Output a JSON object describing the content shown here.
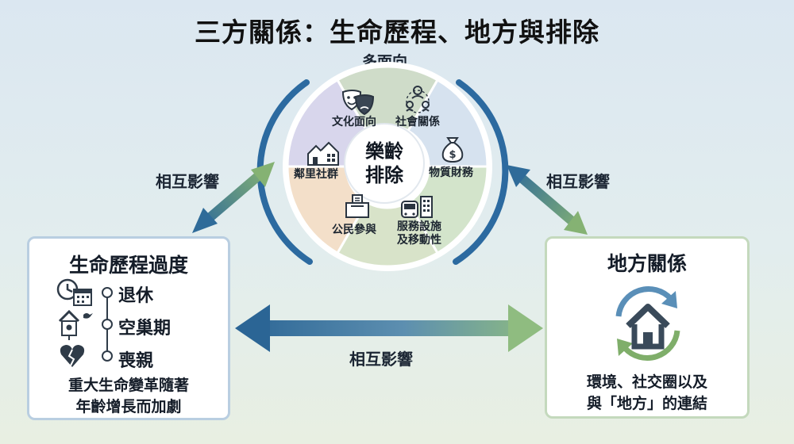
{
  "title": "三方關係：生命歷程、地方與排除",
  "top_label": "多面向",
  "center": {
    "line1": "樂齡",
    "line2": "排除"
  },
  "segments": [
    {
      "label": "文化面向",
      "icon": "theater-masks-icon",
      "color": "#cfdcc9"
    },
    {
      "label": "社會關係",
      "icon": "people-network-icon",
      "color": "#d6e2ef"
    },
    {
      "label": "物質財務",
      "icon": "money-bag-icon",
      "color": "#d3e4cb"
    },
    {
      "label": "服務設施\n及移動性",
      "icon": "bus-building-icon",
      "color": "#d8e3c9"
    },
    {
      "label": "公民參與",
      "icon": "ballot-box-icon",
      "color": "#f3dfc9"
    },
    {
      "label": "鄰里社群",
      "icon": "houses-icon",
      "color": "#d8d6ec"
    }
  ],
  "arrows": {
    "left": "相互影響",
    "right": "相互影響",
    "bottom": "相互影響"
  },
  "life_course": {
    "title": "生命歷程過度",
    "items": [
      {
        "label": "退休",
        "icon": "clock-calendar-icon"
      },
      {
        "label": "空巢期",
        "icon": "birdhouse-icon"
      },
      {
        "label": "喪親",
        "icon": "broken-heart-icon"
      }
    ],
    "caption_line1": "重大生命變革隨著",
    "caption_line2": "年齡增長而加劇"
  },
  "place": {
    "title": "地方關係",
    "icon": "house-cycle-icon",
    "caption_line1": "環境、社交圈以及",
    "caption_line2": "與「地方」的連結"
  },
  "colors": {
    "blue": "#2f6b99",
    "green": "#7fae6a",
    "ring": "#2c6aa0"
  }
}
